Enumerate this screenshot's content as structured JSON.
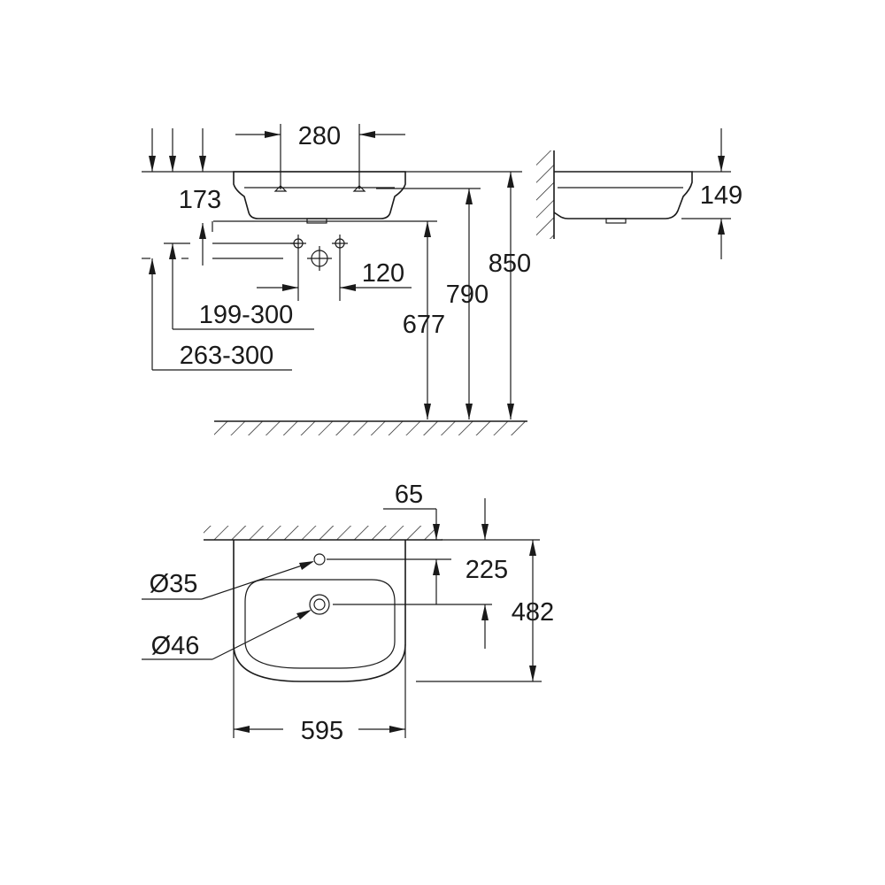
{
  "front_view": {
    "dim_tap_spacing": "280",
    "dim_height_top": "173",
    "dim_waste_spacing": "120",
    "dim_range_1": "199-300",
    "dim_range_2": "263-300",
    "dim_height_677": "677",
    "dim_height_790": "790",
    "dim_height_850": "850"
  },
  "side_view": {
    "dim_depth": "149"
  },
  "top_view": {
    "dim_wall_offset": "65",
    "dim_tap_hole": "Ø35",
    "dim_waste_hole": "Ø46",
    "dim_tap_to_waste": "225",
    "dim_projection": "482",
    "dim_width": "595"
  }
}
